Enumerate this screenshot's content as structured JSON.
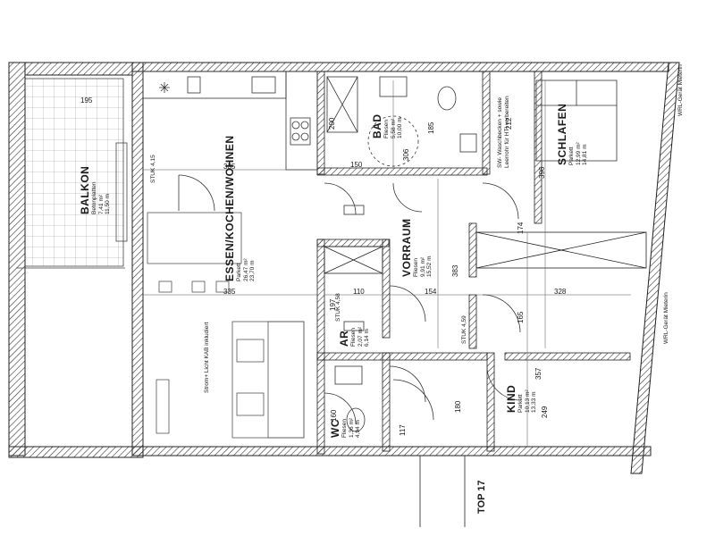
{
  "rooms": {
    "balkon": {
      "name": "BALKON",
      "floor": "Betonplatten",
      "area": "7,41 m²",
      "perimeter": "11,50 m"
    },
    "essen": {
      "name": "ESSEN/KOCHEN/WOHNEN",
      "floor": "Parkett",
      "area": "26,47 m²",
      "perimeter": "23,70 m"
    },
    "bad": {
      "name": "BAD",
      "floor": "Fliesen",
      "area": "5,58 m²",
      "perimeter": "10,00 m"
    },
    "vorraum": {
      "name": "VORRAUM",
      "floor": "Fliesen",
      "area": "9,91 m²",
      "perimeter": "15,52 m"
    },
    "ar": {
      "name": "AR",
      "floor": "Fliesen",
      "area": "2,07 m²",
      "perimeter": "6,14 m"
    },
    "wc": {
      "name": "WC",
      "floor": "Fliesen",
      "area": "1,36 m²",
      "perimeter": "4,94 m"
    },
    "schlafen": {
      "name": "SCHLAFEN",
      "floor": "Parkett",
      "area": "12,99 m²",
      "perimeter": "14,81 m"
    },
    "kind": {
      "name": "KIND",
      "floor": "Parkett",
      "area": "10,13 m²",
      "perimeter": "13,33 m"
    }
  },
  "notes": {
    "stuk_1": "STUK 4,15",
    "stuk_2": "STUK 4,58",
    "stuk_3": "STUK 4,59",
    "sw_note": "SW- Waschbecken + sowie Leerrohr für HTI vorbereiten",
    "strom_note": "Strom+ Licht KAB inkludiert",
    "top": "TOP 17",
    "wrl_1": "WRL-Gerät Mieterin",
    "wrl_2": "WRL-Gerät Mieterin"
  },
  "dimensions": {
    "d335a": "335",
    "d335b": "335",
    "d306": "306",
    "d150": "150",
    "d185": "185",
    "d200": "200",
    "d110": "110",
    "d154": "154",
    "d197": "197",
    "d383": "383",
    "d396": "396",
    "d328": "328",
    "d357": "357",
    "d174": "174",
    "d165": "165",
    "d180": "180",
    "d117": "117",
    "d160": "160",
    "d195": "195",
    "d249": "249",
    "d212": "212"
  }
}
